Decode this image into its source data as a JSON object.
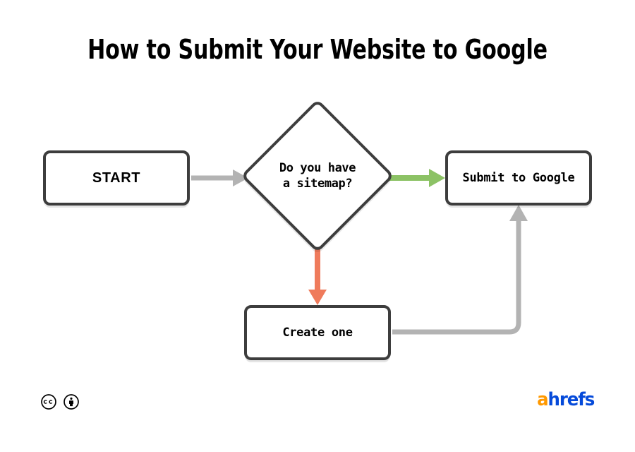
{
  "title": "How to Submit Your Website to Google",
  "colors": {
    "background": "#ffffff",
    "node_border": "#3d3d3d",
    "node_fill": "#ffffff",
    "text": "#000000",
    "connector_gray": "#b3b3b3",
    "connector_green": "#8cc265",
    "connector_red": "#ef7b5c",
    "logo_orange": "#FF9900",
    "logo_blue": "#054ADA"
  },
  "nodes": {
    "start": {
      "label": "START",
      "shape": "rounded-rect"
    },
    "decision": {
      "label": "Do you have\na sitemap?",
      "line1": "Do you have",
      "line2": "a sitemap?",
      "shape": "diamond"
    },
    "submit": {
      "label": "Submit to Google",
      "shape": "rounded-rect"
    },
    "create": {
      "label": "Create one",
      "shape": "rounded-rect"
    }
  },
  "connectors": [
    {
      "name": "start-to-decision",
      "from": "start",
      "to": "decision",
      "color": "#b3b3b3",
      "label": "",
      "style": "straight-right-arrow"
    },
    {
      "name": "decision-yes-to-submit",
      "from": "decision",
      "to": "submit",
      "color": "#8cc265",
      "label": "",
      "style": "straight-right-arrow"
    },
    {
      "name": "decision-no-to-create",
      "from": "decision",
      "to": "create",
      "color": "#ef7b5c",
      "label": "",
      "style": "straight-down-arrow"
    },
    {
      "name": "create-to-submit",
      "from": "create",
      "to": "submit",
      "color": "#b3b3b3",
      "label": "",
      "style": "elbow-up-arrow"
    }
  ],
  "footer": {
    "license": {
      "cc_icon_label": "CC",
      "by_icon_label": "BY"
    },
    "logo": {
      "accent": "a",
      "rest": "hrefs"
    }
  }
}
